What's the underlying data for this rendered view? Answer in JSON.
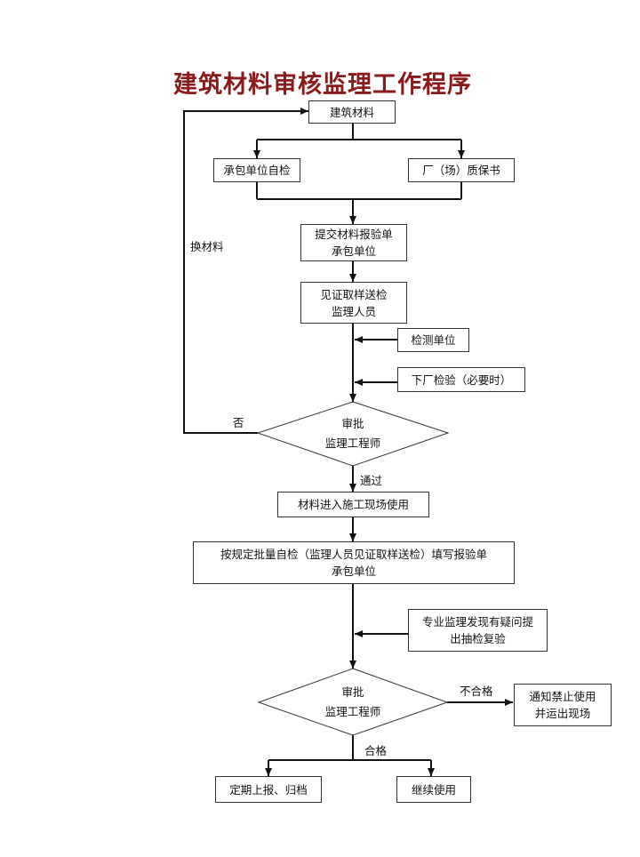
{
  "title": "建筑材料审核监理工作程序",
  "nodes": {
    "material": "建筑材料",
    "contractor_check": "承包单位自检",
    "factory_cert": "厂（场）质保书",
    "submit_line1": "提交材料报验单",
    "submit_line2": "承包单位",
    "witness_line1": "见证取样送检",
    "witness_line2": "监理人员",
    "testing_unit": "检测单位",
    "factory_inspect": "下厂检验（必要时）",
    "approve1_line1": "审批",
    "approve1_line2": "监理工程师",
    "enter_site": "材料进入施工现场使用",
    "batch_line1": "按规定批量自检（监理人员见证取样送检）填写报验单",
    "batch_line2": "承包单位",
    "doubt_line1": "专业监理发现有疑问提",
    "doubt_line2": "出抽检复验",
    "approve2_line1": "审批",
    "approve2_line2": "监理工程师",
    "notify_line1": "通知禁止使用",
    "notify_line2": "并运出现场",
    "report": "定期上报、归档",
    "continue": "继续使用"
  },
  "edge_labels": {
    "replace": "换材料",
    "no": "否",
    "pass": "通过",
    "fail": "不合格",
    "qualified": "合格"
  }
}
